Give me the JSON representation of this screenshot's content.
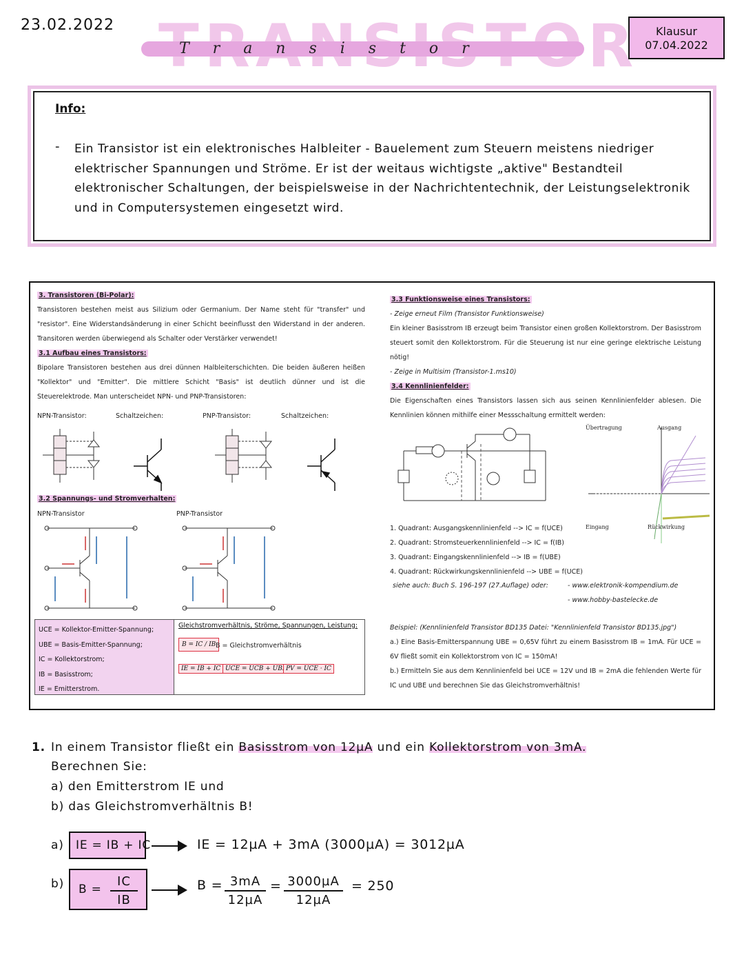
{
  "header": {
    "date": "23.02.2022",
    "big_title": "TRANSISTOR",
    "subtitle": "Transistor",
    "exam_label": "Klausur",
    "exam_date": "07.04.2022"
  },
  "info": {
    "heading": "Info:",
    "bullet": "-",
    "text": "Ein Transistor ist ein elektronisches Halbleiter - Bauelement zum Steuern meistens niedriger elektrischer Spannungen und Ströme. Er ist der weitaus wichtigste „aktive\" Bestandteil elektronischer Schaltungen, der beispielsweise in der Nachrichtentechnik, der Leistungselektronik und in Computersystemen eingesetzt wird."
  },
  "document": {
    "s3_heading": "3. Transistoren (Bi-Polar):",
    "s3_text": "Transistoren bestehen meist aus Silizium oder Germanium. Der Name steht für \"transfer\" und \"resistor\". Eine Widerstandsänderung in einer Schicht beeinflusst den Widerstand in der anderen. Transitoren werden überwiegend als Schalter oder Verstärker verwendet!",
    "s31_heading": "3.1 Aufbau eines Transistors:",
    "s31_text": "Bipolare Transistoren bestehen aus drei dünnen Halbleiterschichten. Die beiden äußeren heißen \"Kollektor\" und \"Emitter\". Die mittlere Schicht \"Basis\" ist deutlich dünner und ist die Steuerelektrode. Man unterscheidet NPN- und PNP-Transistoren:",
    "npn_label": "NPN-Transistor:",
    "npn_symbol_label": "Schaltzeichen:",
    "pnp_label": "PNP-Transistor:",
    "pnp_symbol_label": "Schaltzeichen:",
    "s32_heading": "3.2 Spannungs- und Stromverhalten:",
    "npn_circuit_label": "NPN-Transistor",
    "pnp_circuit_label": "PNP-Transistor",
    "legend": [
      "UCE = Kollektor-Emitter-Spannung;",
      "UBE = Basis-Emitter-Spannung;",
      "IC = Kollektorstrom;",
      "IB = Basisstrom;",
      "IE = Emitterstrom."
    ],
    "ratio_heading": "Gleichstromverhältnis, Ströme, Spannungen, Leistung:",
    "ratio_formula": "B = IC / IB",
    "ratio_text": "B = Gleichstromverhältnis",
    "formula_1": "IE = IB + IC",
    "formula_2": "UCE = UCB + UBE",
    "formula_3": "PV = UCE · IC",
    "s33_heading": "3.3 Funktionsweise eines Transistors:",
    "s33_film": "- Zeige erneut Film (Transistor Funktionsweise)",
    "s33_text": "Ein kleiner Basisstrom IB erzeugt beim Transistor einen großen Kollektorstrom. Der Basisstrom steuert somit den Kollektorstrom. Für die Steuerung ist nur eine geringe elektrische Leistung nötig!",
    "s33_multisim": "- Zeige in Multisim (Transistor-1.ms10)",
    "s34_heading": "3.4 Kennlinienfelder:",
    "s34_text": "Die Eigenschaften eines Transistors lassen sich aus seinen Kennlinienfelder ablesen. Die Kennlinien können mithilfe einer Messschaltung ermittelt werden:",
    "quadrants": [
      "1. Quadrant: Ausgangskennlinienfeld --> IC = f(UCE)",
      "2. Quadrant: Stromsteuerkennlinienfeld --> IC = f(IB)",
      "3. Quadrant: Eingangskennlinienfeld --> IB = f(UBE)",
      "4. Quadrant: Rückwirkungskennlinienfeld --> UBE = f(UCE)"
    ],
    "see_also": "siehe auch: Buch S. 196-197 (27.Auflage) oder:",
    "link_1": "- www.elektronik-kompendium.de",
    "link_2": "- www.hobby-bastelecke.de",
    "example_heading": "Beispiel: (Kennlinienfeld Transistor BD135     Datei: \"Kennlinienfeld Transistor BD135.jpg\")",
    "example_a": "a.) Eine Basis-Emitterspannung UBE = 0,65V führt zu einem Basisstrom IB = 1mA. Für UCE = 6V fließt somit ein Kollektorstrom von IC = 150mA!",
    "example_b": "b.) Ermitteln Sie aus dem Kennlinienfeld bei UCE = 12V und IB = 2mA die fehlenden Werte für IC und UBE und berechnen Sie das Gleichstromverhältnis!",
    "graph_labels": {
      "top_left": "Übertragung",
      "top_right": "Ausgang",
      "bottom_left": "Eingang",
      "bottom_right": "Rückwirkung"
    }
  },
  "task": {
    "number": "1.",
    "line1_pre": "In einem Transistor fließt ein",
    "line1_mark1": "Basisstrom von 12µA",
    "line1_mid": "und ein",
    "line1_mark2": "Kollektorstrom von 3mA.",
    "line2": "Berechnen Sie:",
    "line3": "a) den Emitterstrom IE und",
    "line4": "b) das Gleichstromverhältnis B!",
    "a_label": "a)",
    "a_formula": "IE = IB + IC",
    "a_result": "IE = 12µA + 3mA (3000µA) = 3012µA",
    "b_label": "b)",
    "b_formula_lhs": "B =",
    "b_formula_num": "IC",
    "b_formula_den": "IB",
    "b_lhs": "B =",
    "b_num1": "3mA",
    "b_den1": "12µA",
    "b_eq": "=",
    "b_num2": "3000µA",
    "b_den2": "12µA",
    "b_result": "= 250"
  },
  "colors": {
    "accent_pink": "#f3c3ec",
    "title_pink": "#f1c7ea",
    "bar_pink": "#e6a7df"
  }
}
